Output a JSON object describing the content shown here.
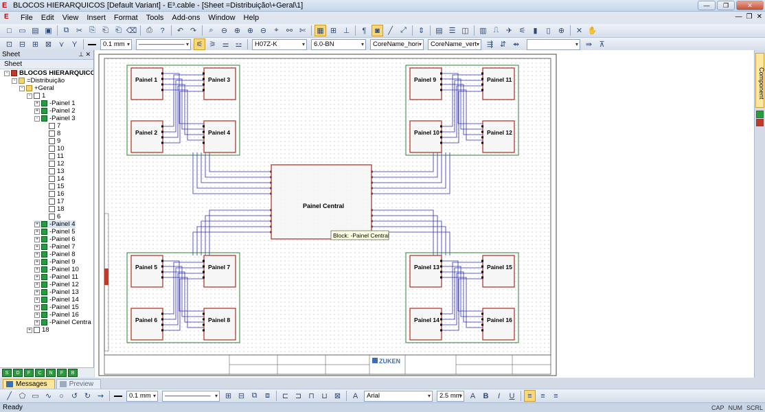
{
  "window": {
    "title": "BLOCOS HIERARQUICOS [Default Variant] - E³.cable - [Sheet =Distribuição\\+Geral\\1]"
  },
  "menu": [
    "File",
    "Edit",
    "View",
    "Insert",
    "Format",
    "Tools",
    "Add-ons",
    "Window",
    "Help"
  ],
  "toolbar2": {
    "line_width": "0.1 mm",
    "cable_type": "H07Z-K",
    "cable_spec": "6.0-BN",
    "core_name_hori": "CoreName_hori",
    "core_name_vert": "CoreName_vert"
  },
  "sidepanel": {
    "header": "Sheet",
    "tab": "Sheet",
    "tree": [
      {
        "label": "BLOCOS HIERARQUICOS",
        "level": 0,
        "icon": "root",
        "exp": "-"
      },
      {
        "label": "=Distribuição",
        "level": 1,
        "icon": "folder",
        "exp": "-"
      },
      {
        "label": "+Geral",
        "level": 2,
        "icon": "folder",
        "exp": "-"
      },
      {
        "label": "1",
        "level": 3,
        "icon": "sheet",
        "exp": "-"
      },
      {
        "label": "-Painel 1",
        "level": 4,
        "icon": "block",
        "exp": "+"
      },
      {
        "label": "-Painel 2",
        "level": 4,
        "icon": "block",
        "exp": "+"
      },
      {
        "label": "-Painel 3",
        "level": 4,
        "icon": "block",
        "exp": "-"
      },
      {
        "label": "7",
        "level": 5,
        "icon": "sheet",
        "exp": ""
      },
      {
        "label": "8",
        "level": 5,
        "icon": "sheet",
        "exp": ""
      },
      {
        "label": "9",
        "level": 5,
        "icon": "sheet",
        "exp": ""
      },
      {
        "label": "10",
        "level": 5,
        "icon": "sheet",
        "exp": ""
      },
      {
        "label": "11",
        "level": 5,
        "icon": "sheet",
        "exp": ""
      },
      {
        "label": "12",
        "level": 5,
        "icon": "sheet",
        "exp": ""
      },
      {
        "label": "13",
        "level": 5,
        "icon": "sheet",
        "exp": ""
      },
      {
        "label": "14",
        "level": 5,
        "icon": "sheet",
        "exp": ""
      },
      {
        "label": "15",
        "level": 5,
        "icon": "sheet",
        "exp": ""
      },
      {
        "label": "16",
        "level": 5,
        "icon": "sheet",
        "exp": ""
      },
      {
        "label": "17",
        "level": 5,
        "icon": "sheet",
        "exp": ""
      },
      {
        "label": "18",
        "level": 5,
        "icon": "sheet",
        "exp": ""
      },
      {
        "label": "6",
        "level": 5,
        "icon": "sheet",
        "exp": ""
      },
      {
        "label": "-Painel 4",
        "level": 4,
        "icon": "block",
        "exp": "+",
        "selected": true
      },
      {
        "label": "-Painel 5",
        "level": 4,
        "icon": "block",
        "exp": "+"
      },
      {
        "label": "-Painel 6",
        "level": 4,
        "icon": "block",
        "exp": "+"
      },
      {
        "label": "-Painel 7",
        "level": 4,
        "icon": "block",
        "exp": "+"
      },
      {
        "label": "-Painel 8",
        "level": 4,
        "icon": "block",
        "exp": "+"
      },
      {
        "label": "-Painel 9",
        "level": 4,
        "icon": "block",
        "exp": "+"
      },
      {
        "label": "-Painel 10",
        "level": 4,
        "icon": "block",
        "exp": "+"
      },
      {
        "label": "-Painel 11",
        "level": 4,
        "icon": "block",
        "exp": "+"
      },
      {
        "label": "-Painel 12",
        "level": 4,
        "icon": "block",
        "exp": "+"
      },
      {
        "label": "-Painel 13",
        "level": 4,
        "icon": "block",
        "exp": "+"
      },
      {
        "label": "-Painel 14",
        "level": 4,
        "icon": "block",
        "exp": "+"
      },
      {
        "label": "-Painel 15",
        "level": 4,
        "icon": "block",
        "exp": "+"
      },
      {
        "label": "-Painel 16",
        "level": 4,
        "icon": "block",
        "exp": "+"
      },
      {
        "label": "-Painel Centra",
        "level": 4,
        "icon": "block",
        "exp": "+"
      },
      {
        "label": "18",
        "level": 3,
        "icon": "sheet",
        "exp": "+"
      }
    ]
  },
  "canvas": {
    "blocks": [
      "Painel 1",
      "Painel 3",
      "Painel 2",
      "Painel 4",
      "Painel 9",
      "Painel 11",
      "Painel 10",
      "Painel 12",
      "Painel 5",
      "Painel 7",
      "Painel 6",
      "Painel 8",
      "Painel 13",
      "Painel 15",
      "Painel 14",
      "Painel 16"
    ],
    "central_block": "Painel Central",
    "tooltip": "Block: -Painel Central",
    "title_block_brand": "ZUKEN"
  },
  "right_strip": {
    "label": "Component"
  },
  "bottom_tabs": {
    "messages": "Messages",
    "preview": "Preview"
  },
  "bottom_toolbar": {
    "line_width": "0.1 mm",
    "font": "Arial",
    "font_size": "2.5 mm"
  },
  "status": {
    "text": "Ready",
    "indicators": [
      "CAP",
      "NUM",
      "SCRL"
    ]
  },
  "colors": {
    "block_border": "#b03a2e",
    "group_border": "#2e7d32",
    "wire": "#2b2bb5",
    "accent": "#fbd776"
  }
}
